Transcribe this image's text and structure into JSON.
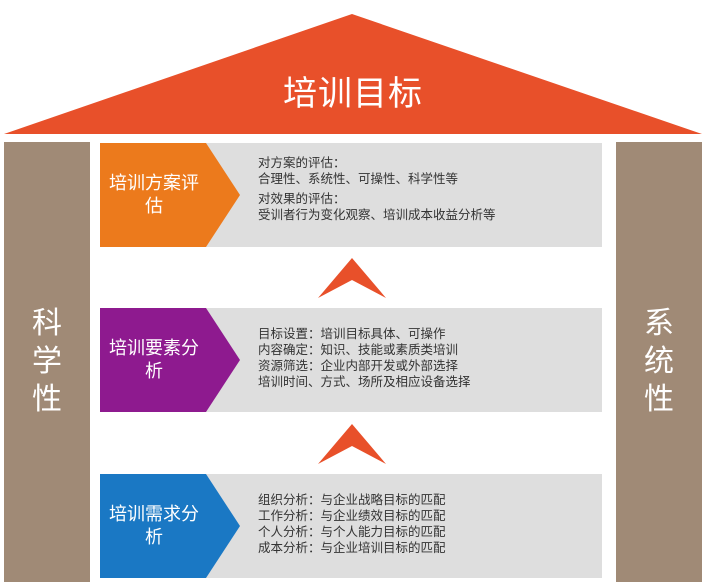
{
  "roof": {
    "title": "培训目标",
    "color": "#e8502a"
  },
  "left_pillar": {
    "label": "科学性"
  },
  "right_pillar": {
    "label": "系统性"
  },
  "stages": [
    {
      "title": "培训方案评估",
      "color": "#ec7a1c",
      "lines": [
        "对方案的评估：",
        "合理性、系统性、可操性、科学性等",
        "对效果的评估：",
        "受训者行为变化观察、培训成本收益分析等"
      ]
    },
    {
      "title": "培训要素分析",
      "color": "#8e1a8f",
      "lines": [
        "目标设置：培训目标具体、可操作",
        "内容确定：知识、技能或素质类培训",
        "资源筛选：企业内部开发或外部选择",
        "培训时间、方式、场所及相应设备选择"
      ]
    },
    {
      "title": "培训需求分析",
      "color": "#1a78c4",
      "lines": [
        "组织分析：与企业战略目标的匹配",
        "工作分析：与企业绩效目标的匹配",
        "个人分析：与个人能力目标的匹配",
        "成本分析：与企业培训目标的匹配"
      ]
    }
  ],
  "arrow_color": "#e8502a"
}
